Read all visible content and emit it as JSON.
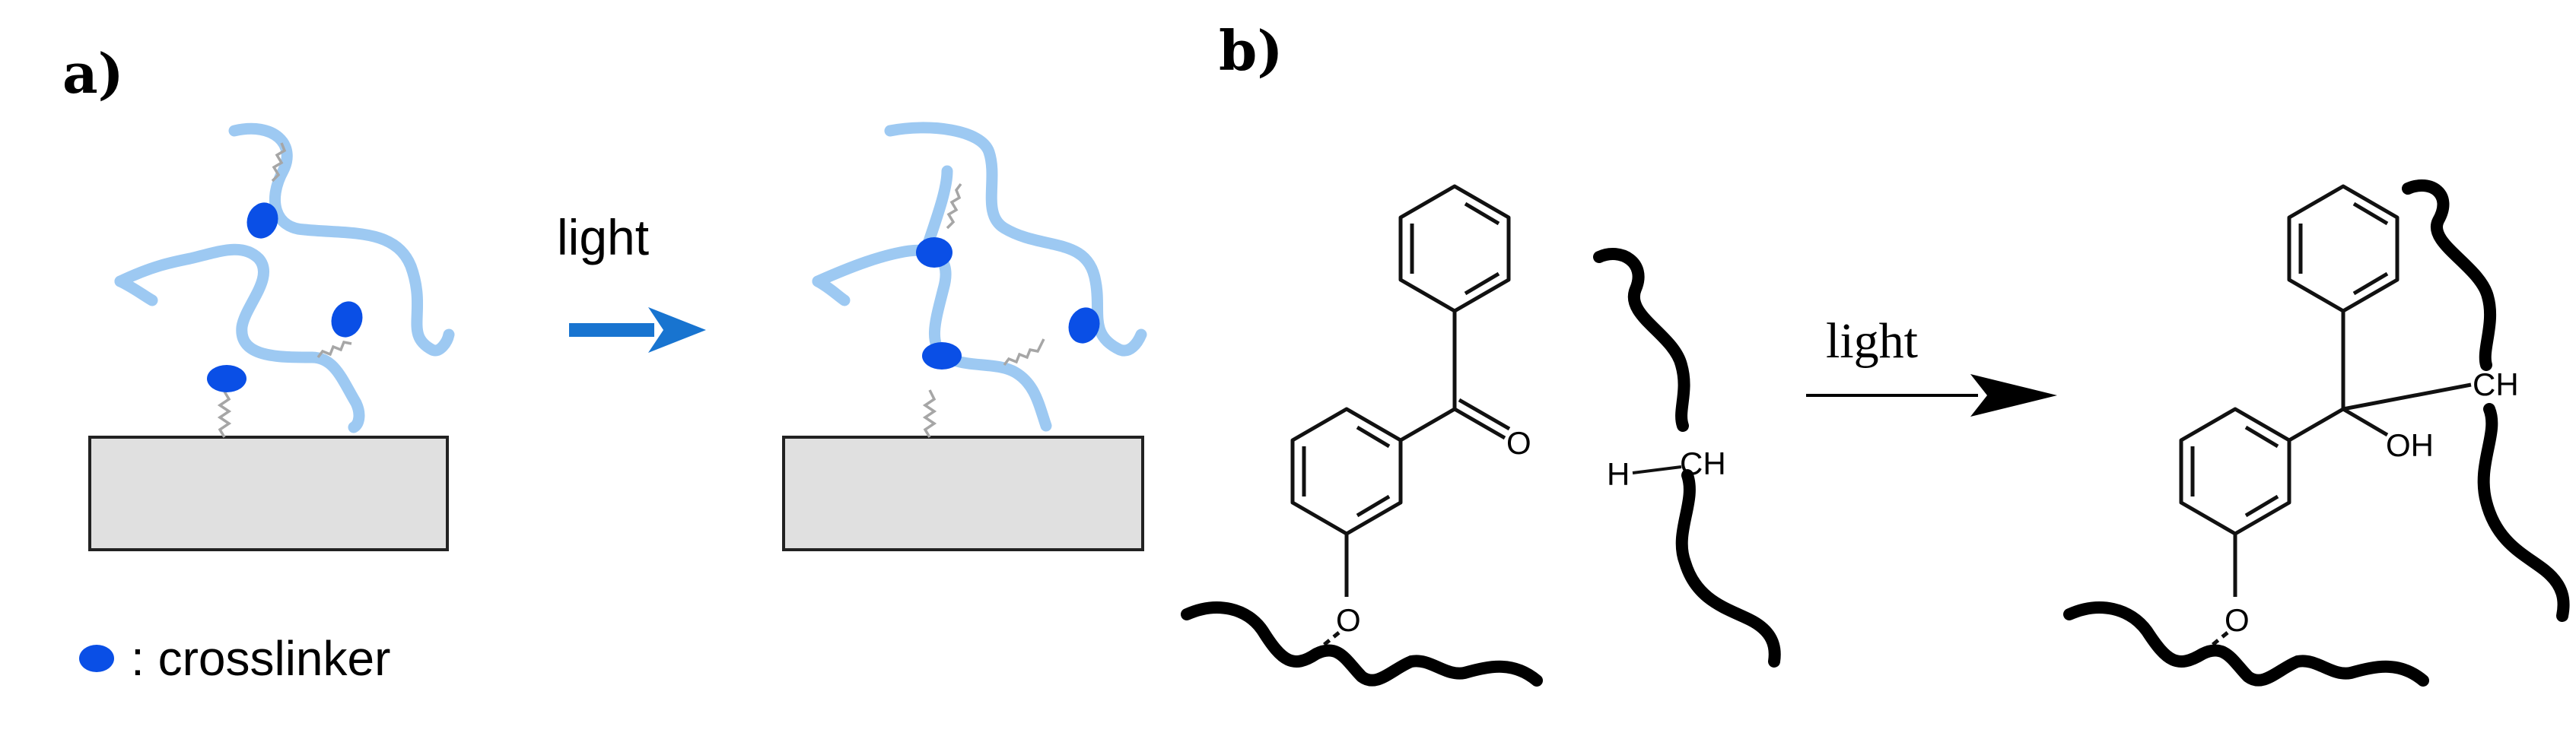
{
  "panel_a": {
    "label": "a)",
    "arrow_label": "light",
    "legend_text": ": crosslinker",
    "colors": {
      "polymer": "#9dc9f2",
      "crosslinker": "#0a4fe6",
      "arrow": "#1874d0",
      "substrate_fill": "#e0e0e0",
      "tether": "#a6a6a6"
    }
  },
  "panel_b": {
    "label": "b)",
    "arrow_label": "light",
    "reactant": {
      "carbonyl_O": "O",
      "ether_O": "O",
      "h_label": "H",
      "ch_label": "CH"
    },
    "product": {
      "oh_label": "OH",
      "ch_label": "CH",
      "ether_O": "O"
    }
  }
}
